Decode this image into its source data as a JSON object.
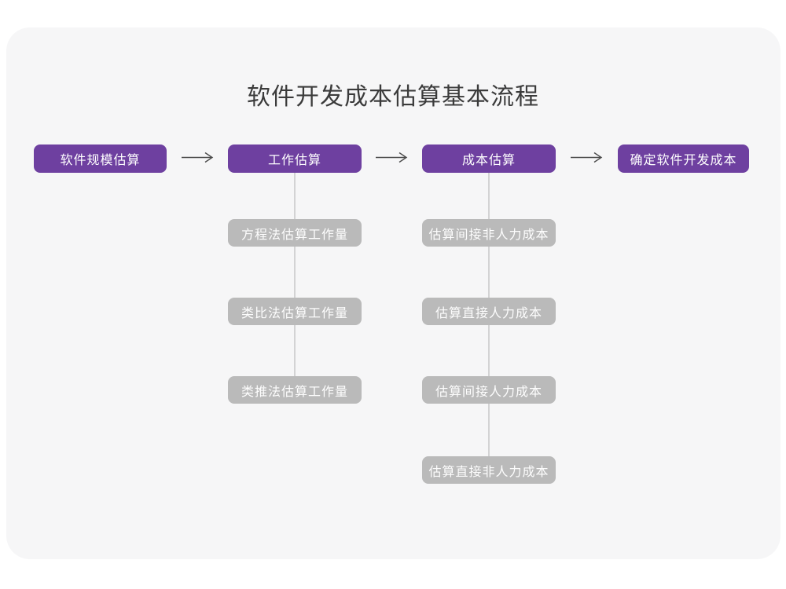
{
  "page": {
    "title": "软件开发成本估算基本流程"
  },
  "colors": {
    "background": "#ffffff",
    "card_bg": "#f6f6f7",
    "stage_purple": "#6e40a0",
    "substep_gray": "#bababa",
    "connector_gray": "#d3d3d4",
    "arrow_gray": "#4a4a4a",
    "title_text": "#3b3b3b",
    "box_text": "#ffffff"
  },
  "flow": {
    "stages": [
      {
        "label": "软件规模估算"
      },
      {
        "label": "工作估算"
      },
      {
        "label": "成本估算"
      },
      {
        "label": "确定软件开发成本"
      }
    ],
    "work_substeps": [
      "方程法估算工作量",
      "类比法估算工作量",
      "类推法估算工作量"
    ],
    "cost_substeps": [
      "估算间接非人力成本",
      "估算直接人力成本",
      "估算间接人力成本",
      "估算直接非人力成本"
    ]
  }
}
